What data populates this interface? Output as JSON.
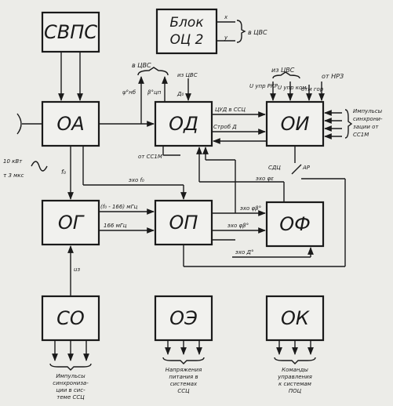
{
  "blocks": {
    "svps": "СВПС",
    "ots2": [
      "Блок",
      "ОЦ 2"
    ],
    "oa": "ОА",
    "od": "ОД",
    "oi": "ОИ",
    "og": "ОГ",
    "op": "ОП",
    "of": "ОФ",
    "so": "СО",
    "oe": "ОЭ",
    "ok": "ОК"
  },
  "labels": {
    "ots2_x": "x",
    "ots2_y": "y",
    "to_tsvs_top": "в ЦВС",
    "to_tsvs_od": "в ЦВС",
    "from_tsvs_od": "из ЦВС",
    "from_tsvs_oi": "из ЦВС",
    "from_nrz": "от НРЗ",
    "psi_nb": "ψ°нб",
    "beta_tsp": "β°цп",
    "d_o": "Д₀",
    "u_upr_rkr": "U упр РКР",
    "u_upr_kom": "U упр ком",
    "otm_gor": "отм гор",
    "tsud_ssts": "ЦУД в ССЦ",
    "strob_d": "Строб Д",
    "from_ss1m": "от СС1М",
    "sync_pulses_oi": [
      "Импульсы",
      "синхрони-",
      "зации от",
      "СС1М"
    ],
    "sdts": "СДЦ",
    "ar": "АР",
    "echo_phi_e": "эхо φε",
    "echo_fo": "эхо f₀",
    "fo_minus_166": "(f₀ - 166) мГц",
    "mhz_166": "166 мГц",
    "echo_phi_b": "эхо φβ°",
    "echo_phi_b2": "эхо φβ°",
    "echo_d": "эхо Д°",
    "power": [
      "10 кВт",
      "τ 3 мкс"
    ],
    "fo": "f₀",
    "u3": "uз",
    "so_out": [
      "Импульсы",
      "синхрониза-",
      "ции в сис-",
      "теме ССЦ"
    ],
    "oe_out": [
      "Напряжения",
      "питания в",
      "системах",
      "ССЦ"
    ],
    "ok_out": [
      "Команды",
      "управления",
      "к системам",
      "ПОЦ"
    ]
  }
}
